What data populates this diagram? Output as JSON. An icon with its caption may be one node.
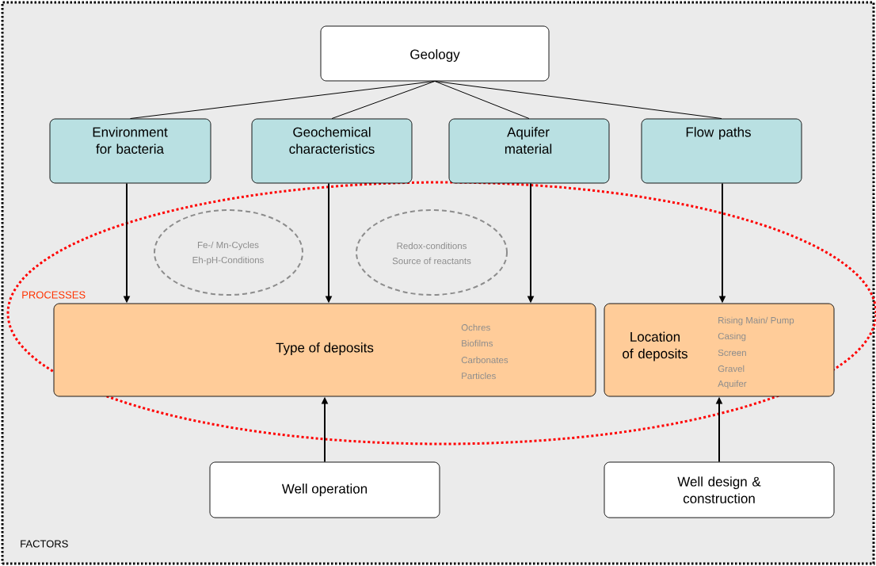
{
  "diagram": {
    "nodes": [
      {
        "text": [
          "FACTORS"
        ]
      },
      {
        "text": [
          "Geology"
        ],
        "in": 0
      },
      {
        "text": [
          "Environment for bacteria"
        ],
        "in": 0
      },
      {
        "text": [
          "Geochemical characteristics"
        ],
        "in": 0
      },
      {
        "text": [
          "Aquifer material"
        ],
        "in": 0
      },
      {
        "text": [
          "Flow paths"
        ],
        "in": 0
      },
      {
        "text": [
          "PROCESSES"
        ],
        "in": 0
      },
      {
        "text": [
          "Fe-/ Mn-Cycles",
          "Eh-pH-Conditions"
        ],
        "in": 6
      },
      {
        "text": [
          "Redox-conditions",
          "Source of reactants"
        ],
        "in": 6
      },
      {
        "text": [
          "Type of deposits",
          "Ochres",
          "Biofilms",
          "Carbonates",
          "Particles"
        ],
        "in": 6
      },
      {
        "text": [
          "Location of deposits",
          "Rising Main/ Pump",
          "Casing",
          "Screen",
          "Gravel",
          "Aquifer"
        ],
        "in": 6
      },
      {
        "text": [
          "Well operation"
        ],
        "in": 0
      },
      {
        "text": [
          "Well design & construction"
        ],
        "in": 0
      }
    ],
    "edges": [
      {
        "from": 1,
        "to": 2,
        "arrow": "none"
      },
      {
        "from": 1,
        "to": 3,
        "arrow": "none"
      },
      {
        "from": 1,
        "to": 4,
        "arrow": "none"
      },
      {
        "from": 1,
        "to": 5,
        "arrow": "none"
      },
      {
        "from": 2,
        "to": 9,
        "arrow": "to"
      },
      {
        "from": 3,
        "to": 9,
        "arrow": "to"
      },
      {
        "from": 4,
        "to": 9,
        "arrow": "to"
      },
      {
        "from": 5,
        "to": 10,
        "arrow": "to"
      },
      {
        "from": 11,
        "to": 9,
        "arrow": "to"
      },
      {
        "from": 12,
        "to": 10,
        "arrow": "to"
      }
    ]
  }
}
